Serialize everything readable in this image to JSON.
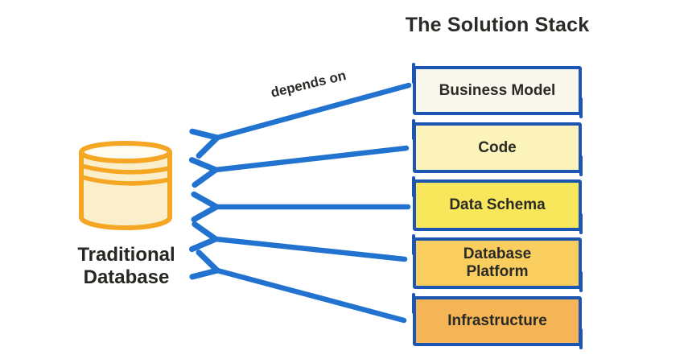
{
  "title": "The Solution Stack",
  "arrow_label": "depends on",
  "database": {
    "label_line1": "Traditional",
    "label_line2": "Database"
  },
  "stack": {
    "items": [
      {
        "label": "Business Model",
        "fill": "#FAF7EC"
      },
      {
        "label": "Code",
        "fill": "#FBF3B9"
      },
      {
        "label": "Data Schema",
        "fill": "#F8E75A"
      },
      {
        "label": "Database Platform",
        "fill": "#FACD5F"
      },
      {
        "label": "Infrastructure",
        "fill": "#F5B557"
      }
    ]
  },
  "colors": {
    "arrow_blue": "#2273CF",
    "box_border_blue": "#1D55B2",
    "cylinder_stroke_orange": "#F5A623",
    "cylinder_body": "#FBEECB",
    "cylinder_top": "#FDFBF2",
    "text_ink": "#2B2A26",
    "background": "#FFFFFF"
  }
}
